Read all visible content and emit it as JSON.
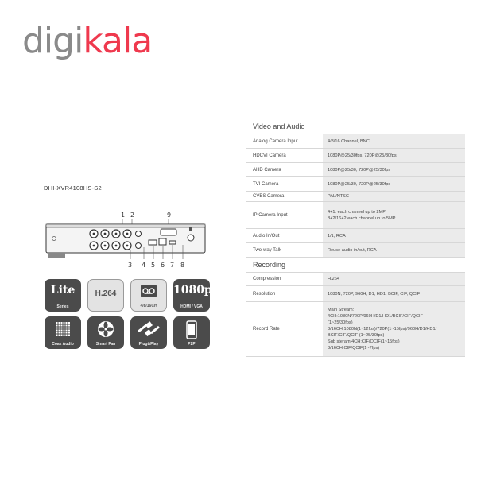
{
  "logo": {
    "part1": "digi",
    "part2": "kala",
    "brand_color": "#ef394e",
    "gray_color": "#8a8a8a"
  },
  "model": "DHI-XVR4108HS-S2",
  "callouts": [
    "1",
    "2",
    "3",
    "4",
    "5",
    "6",
    "7",
    "8",
    "9"
  ],
  "features": [
    {
      "main": "Lite",
      "caption": "Series",
      "style": "dark",
      "icon": "lite-logo"
    },
    {
      "main": "H.264",
      "caption": "",
      "style": "light",
      "icon": "codec-text"
    },
    {
      "main": "",
      "caption": "4/8/16CH",
      "style": "light",
      "icon": "tape-icon"
    },
    {
      "main": "1080p",
      "caption": "HDMI / VGA",
      "style": "dark",
      "icon": "resolution-text"
    },
    {
      "main": "",
      "caption": "Coax Audio",
      "style": "dark",
      "icon": "speaker-grille-icon"
    },
    {
      "main": "",
      "caption": "Smart Fan",
      "style": "dark",
      "icon": "fan-icon"
    },
    {
      "main": "",
      "caption": "Plug&Play",
      "style": "dark",
      "icon": "cable-icon"
    },
    {
      "main": "",
      "caption": "P2P",
      "style": "dark",
      "icon": "phone-icon"
    }
  ],
  "sections": [
    {
      "title": "Video and Audio",
      "rows": [
        {
          "key": "Analog Camera Input",
          "value": [
            "4/8/16 Channel, BNC"
          ]
        },
        {
          "key": "HDCVI Camera",
          "value": [
            "1080P@25/30fps, 720P@25/30fps"
          ]
        },
        {
          "key": "AHD Camera",
          "value": [
            "1080P@25/30, 720P@25/30fps"
          ]
        },
        {
          "key": "TVI Camera",
          "value": [
            "1080P@25/30, 720P@25/30fps"
          ]
        },
        {
          "key": "CVBS Camera",
          "value": [
            "PAL/NTSC"
          ]
        },
        {
          "key": "IP Camera Input",
          "value": [
            "4+1: each channel up to  2MP",
            "8+2/16+2:each channel up to  5MP"
          ]
        },
        {
          "key": "Audio In/Out",
          "value": [
            "1/1, RCA"
          ]
        },
        {
          "key": "Two-way Talk",
          "value": [
            "Reuse audio in/out, RCA"
          ]
        }
      ]
    },
    {
      "title": "Recording",
      "rows": [
        {
          "key": "Compression",
          "value": [
            "H.264"
          ]
        },
        {
          "key": "Resolution",
          "value": [
            "1080N, 720P, 960H, D1, HD1, BCIF, CIF, QCIF"
          ]
        },
        {
          "key": "Record Rate",
          "value": [
            "Main Stream:",
            "4CH:1080N/720P/960H/D1/HD1/BCIF/CIF/QCIF",
            "(1~25/30fps)",
            "8/16CH:1080N(1~12fps)/720P(1~15fps)/960H/D1/HD1/",
            "BCIF/CIF/QCIF (1~25/30fps)",
            "Sub steram:4CH:CIF/QCIF(1~15fps)",
            "8/16CH:CIF/QCIF(1~7fps)"
          ]
        }
      ]
    }
  ]
}
